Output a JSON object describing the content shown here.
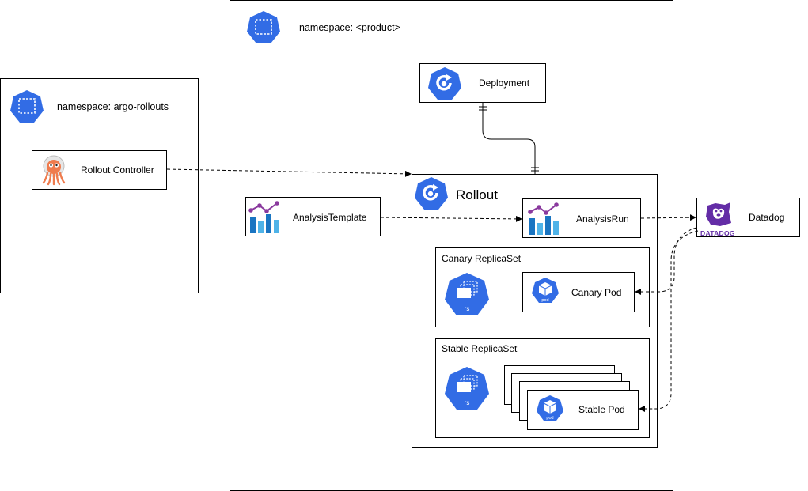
{
  "namespaces": {
    "argo": {
      "label": "namespace: argo-rollouts",
      "icon": "kubernetes-namespace-icon"
    },
    "product": {
      "label": "namespace: <product>",
      "icon": "kubernetes-namespace-icon"
    }
  },
  "components": {
    "rollout_controller": {
      "label": "Rollout Controller",
      "icon": "argo-octopus-icon"
    },
    "deployment": {
      "label": "Deployment",
      "icon": "kubernetes-deployment-icon"
    },
    "rollout": {
      "label": "Rollout",
      "icon": "kubernetes-deployment-icon"
    },
    "analysis_template": {
      "label": "AnalysisTemplate",
      "icon": "analysis-chart-icon"
    },
    "analysis_run": {
      "label": "AnalysisRun",
      "icon": "analysis-chart-icon"
    },
    "datadog": {
      "label": "Datadog",
      "logo_text": "DATADOG",
      "icon": "datadog-logo-icon"
    },
    "canary_replicaset": {
      "label": "Canary ReplicaSet",
      "icon": "kubernetes-replicaset-icon",
      "icon_text": "rs"
    },
    "canary_pod": {
      "label": "Canary Pod",
      "icon": "kubernetes-pod-icon",
      "icon_text": "pod"
    },
    "stable_replicaset": {
      "label": "Stable ReplicaSet",
      "icon": "kubernetes-replicaset-icon",
      "icon_text": "rs"
    },
    "stable_pod": {
      "label": "Stable Pod",
      "icon": "kubernetes-pod-icon",
      "icon_text": "pod"
    }
  },
  "colors": {
    "kubernetes_blue": "#326ce5",
    "argo_orange": "#ef7b4d",
    "datadog_purple": "#632ca6",
    "chart_purple": "#8a3a9e",
    "chart_blue": "#1a75c2",
    "chart_light_blue": "#4fb3e8"
  }
}
